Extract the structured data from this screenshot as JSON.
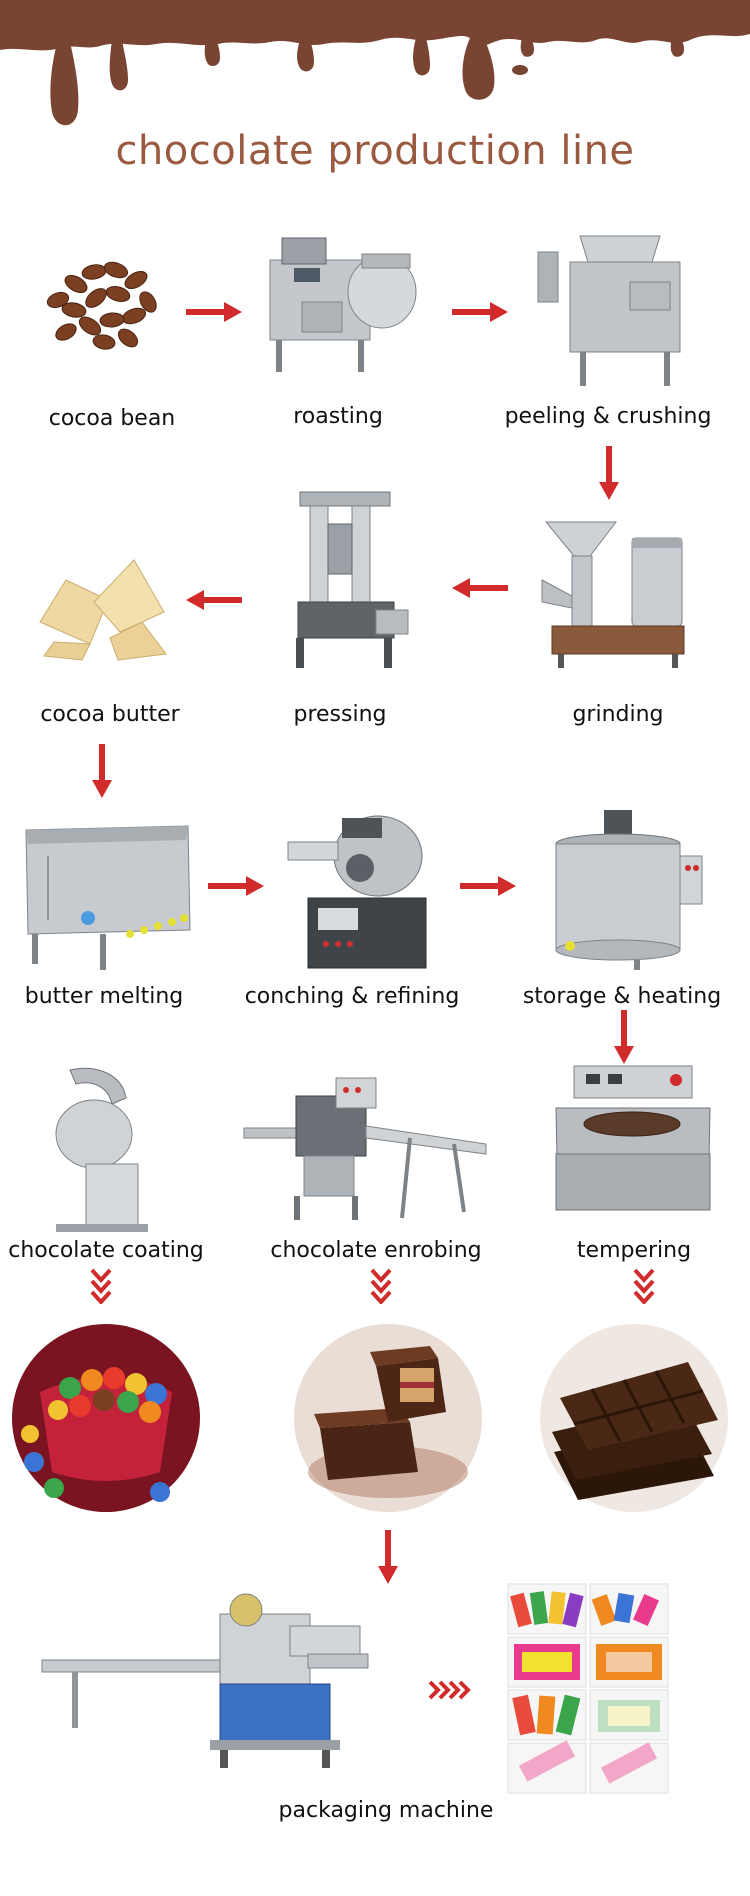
{
  "title": "chocolate production line",
  "colors": {
    "chocolate_drip": "#7a4433",
    "title": "#9a5a40",
    "arrow": "#d12b2b",
    "steel": "#b8bcc0"
  },
  "steps": [
    {
      "id": "cocoa_bean",
      "label": "cocoa bean"
    },
    {
      "id": "roasting",
      "label": "roasting"
    },
    {
      "id": "peeling_crushing",
      "label": "peeling & crushing"
    },
    {
      "id": "grinding",
      "label": "grinding"
    },
    {
      "id": "pressing",
      "label": "pressing"
    },
    {
      "id": "cocoa_butter",
      "label": "cocoa butter"
    },
    {
      "id": "butter_melting",
      "label": "butter melting"
    },
    {
      "id": "conching_refining",
      "label": "conching & refining"
    },
    {
      "id": "storage_heating",
      "label": "storage & heating"
    },
    {
      "id": "tempering",
      "label": "tempering"
    },
    {
      "id": "chocolate_enrobing",
      "label": "chocolate enrobing"
    },
    {
      "id": "chocolate_coating",
      "label": "chocolate coating"
    },
    {
      "id": "packaging_machine",
      "label": "packaging machine"
    }
  ]
}
